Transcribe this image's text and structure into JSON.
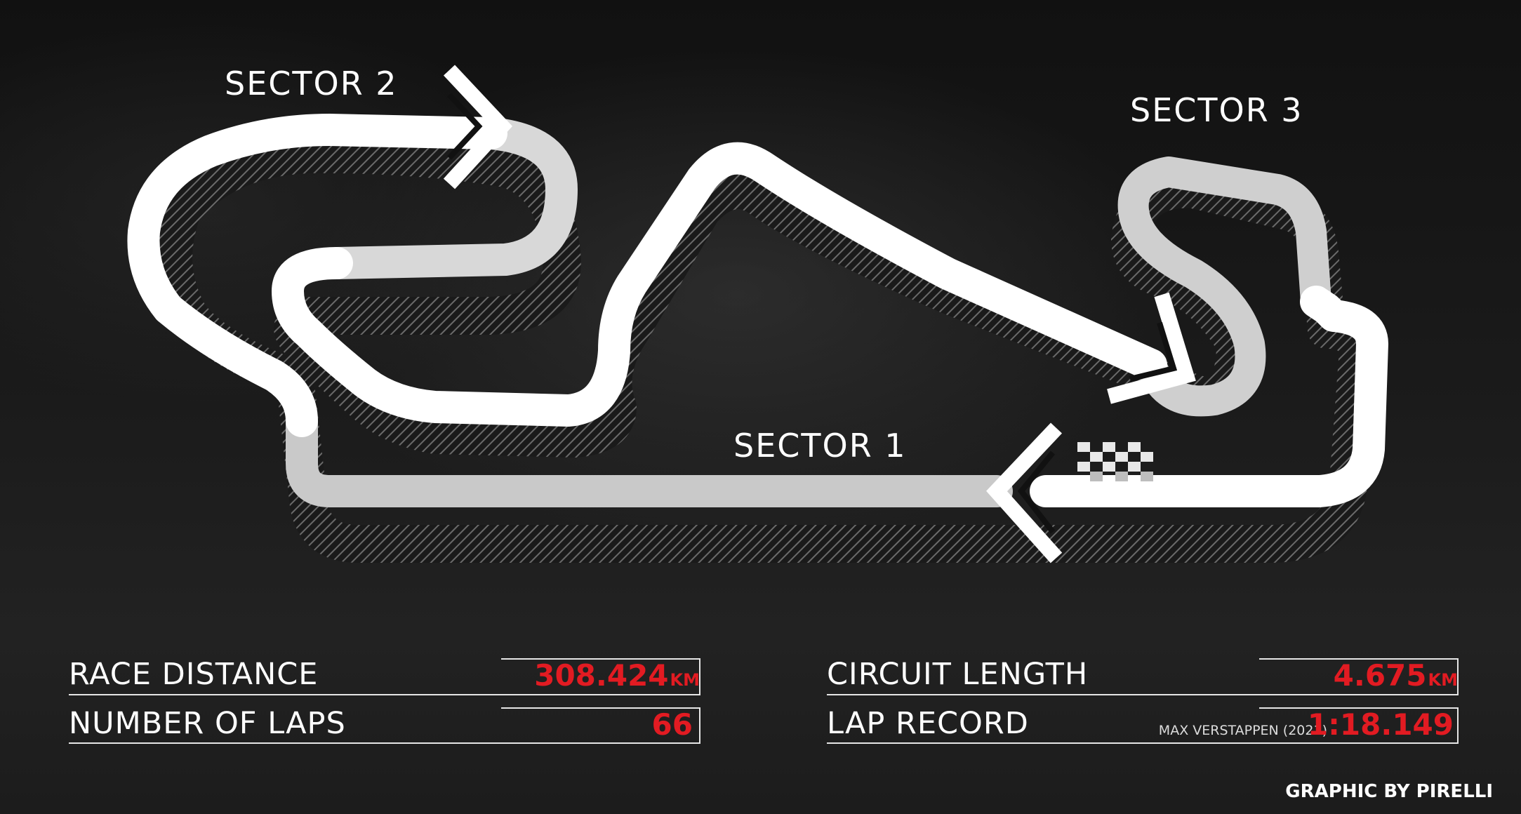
{
  "sectors": {
    "sector1": "SECTOR 1",
    "sector2": "SECTOR 2",
    "sector3": "SECTOR 3"
  },
  "stats": {
    "race_distance": {
      "label": "RACE DISTANCE",
      "value": "308.424",
      "unit": "KM"
    },
    "number_of_laps": {
      "label": "NUMBER OF LAPS",
      "value": "66"
    },
    "circuit_length": {
      "label": "CIRCUIT LENGTH",
      "value": "4.675",
      "unit": "KM"
    },
    "lap_record": {
      "label": "LAP RECORD",
      "holder": "MAX VERSTAPPEN (2021)",
      "value": "1:18.149"
    }
  },
  "credit": "GRAPHIC BY PIRELLI",
  "colors": {
    "accent": "#e21b22",
    "track": "#ffffff",
    "background": "#141414"
  },
  "icons": {
    "flag": "checkered-flag-icon",
    "direction": "direction-arrow-icon"
  }
}
